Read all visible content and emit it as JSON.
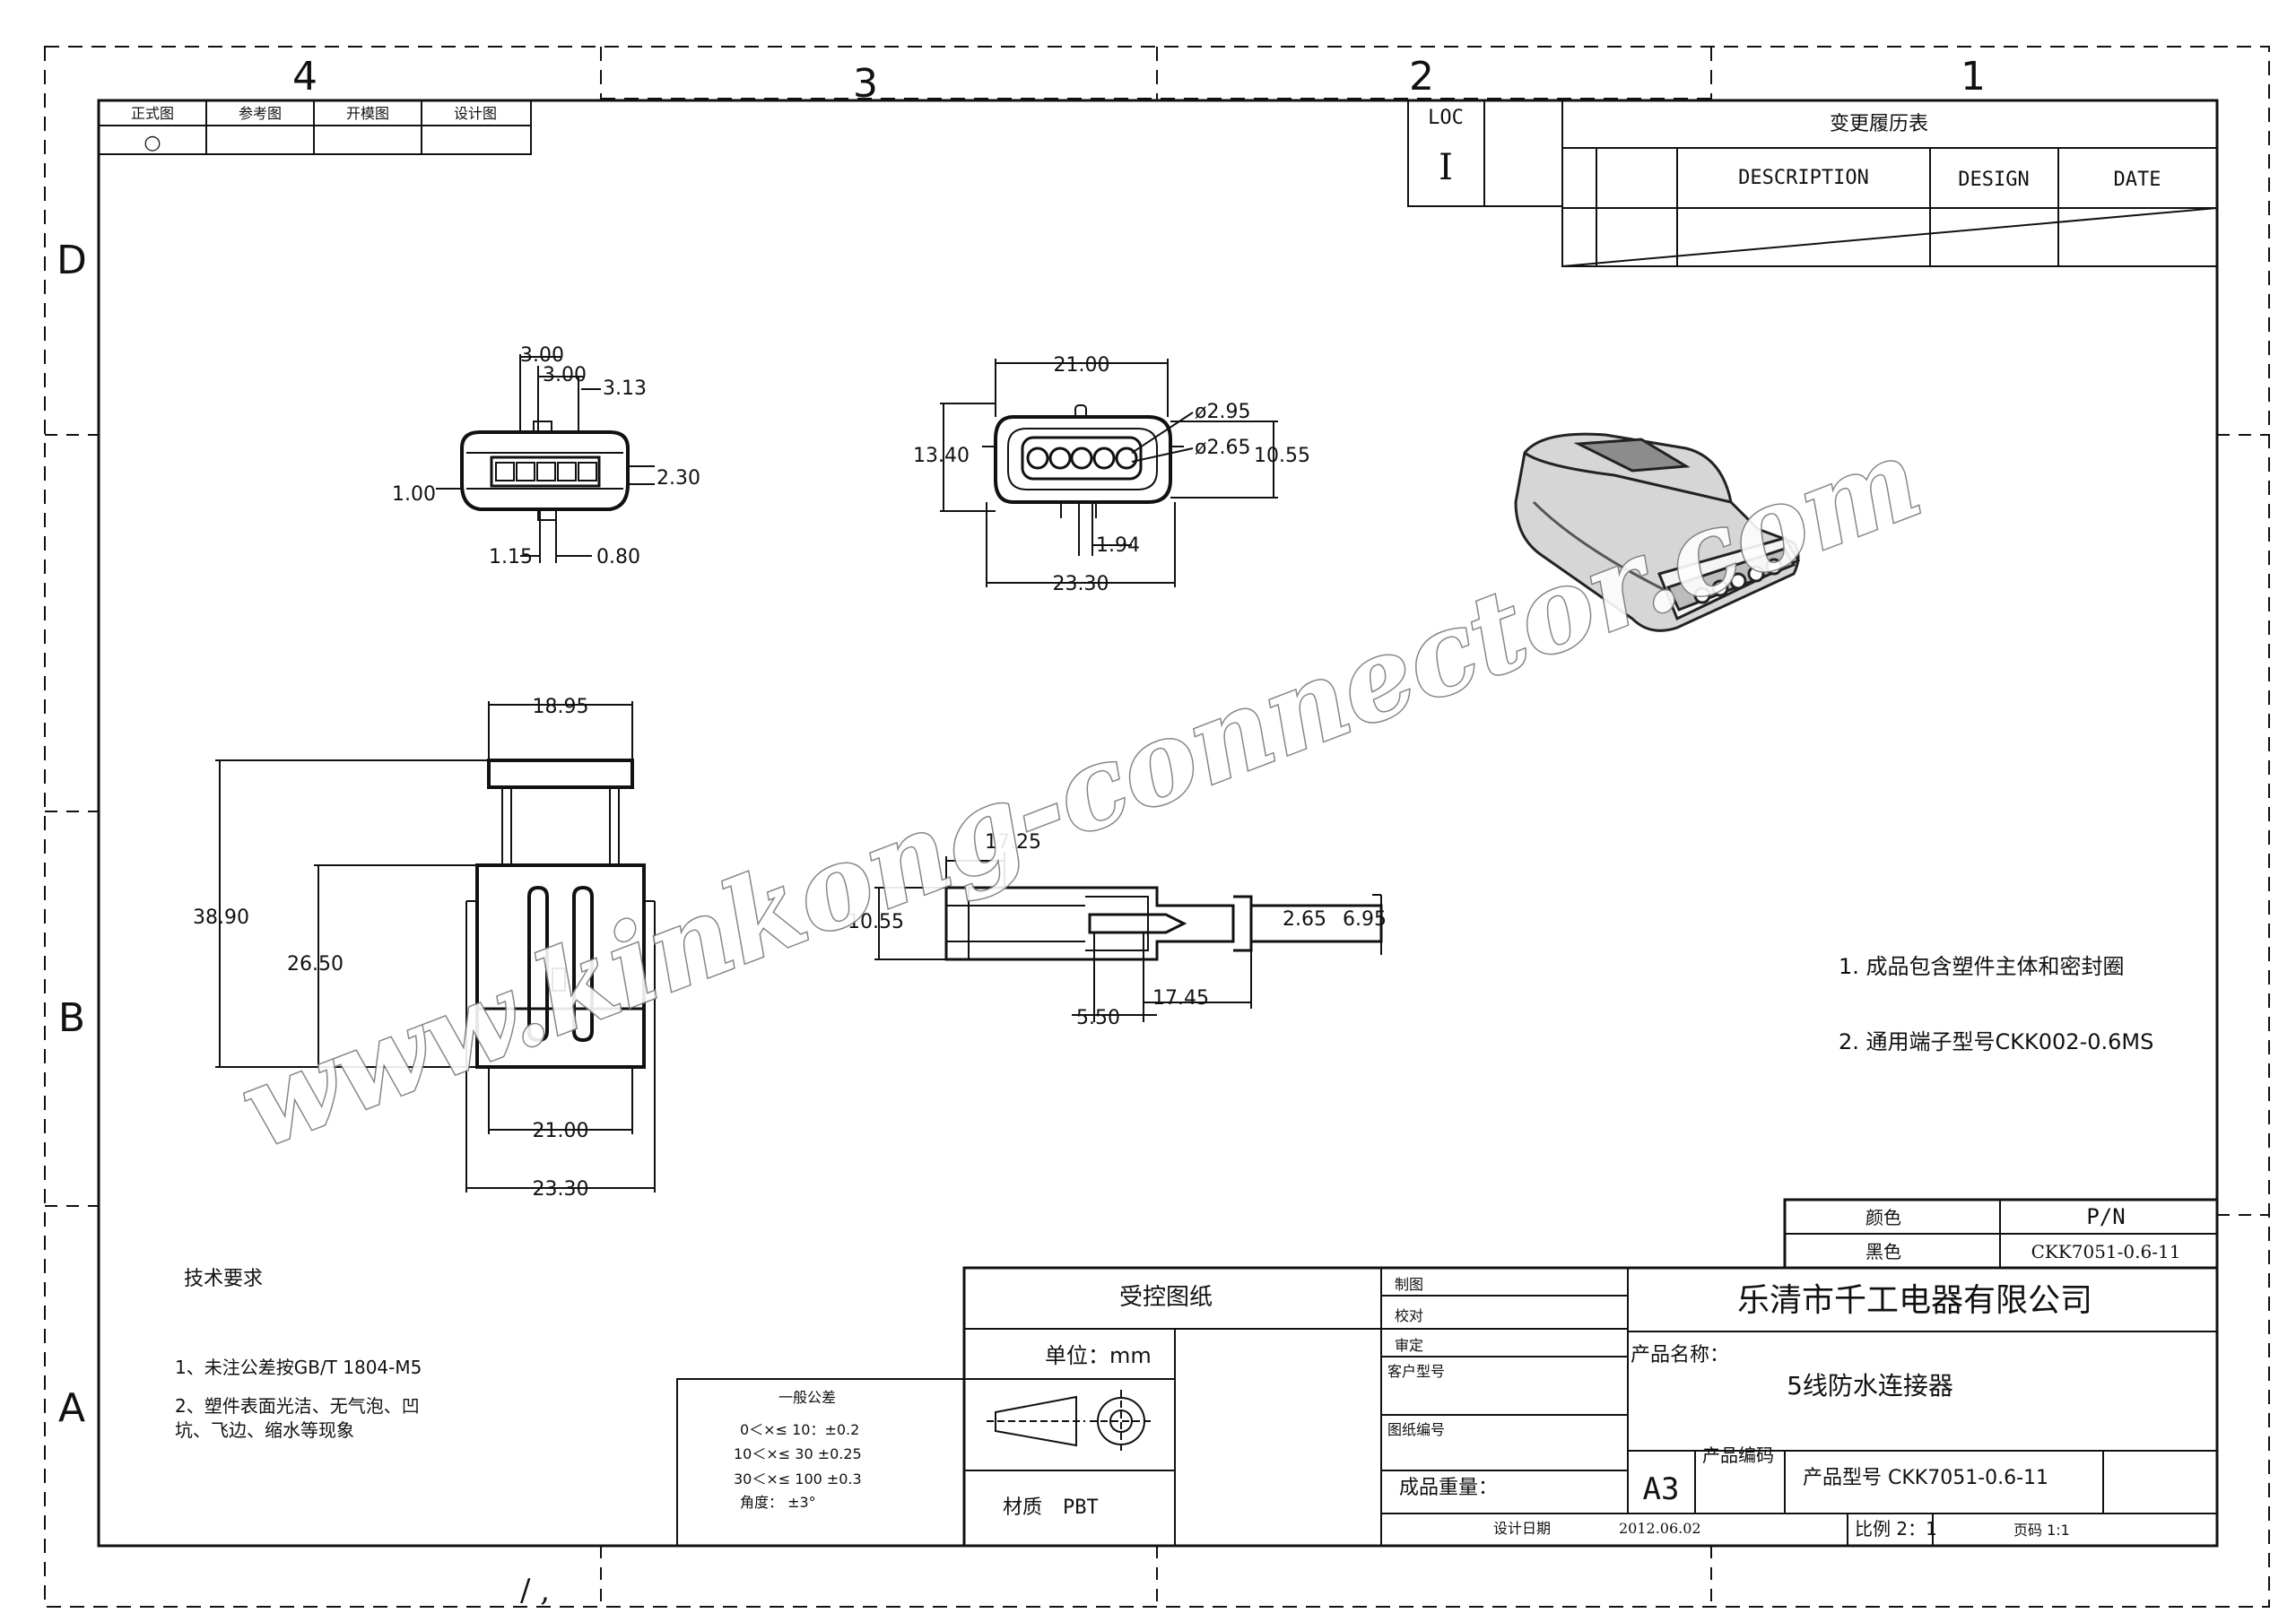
{
  "zones": {
    "top": [
      "4",
      "3",
      "2",
      "1"
    ],
    "left": [
      "D",
      "B",
      "A"
    ]
  },
  "top_left_table": [
    "正式图",
    "参考图",
    "开模图",
    "设计图"
  ],
  "top_left_mark": "○",
  "revision": {
    "loc_label": "LOC",
    "loc_value": "I",
    "title": "变更履历表",
    "headers": [
      "DESCRIPTION",
      "DESIGN",
      "DATE"
    ]
  },
  "dims": {
    "front_small": {
      "d1": "3.00",
      "d2": "3.00",
      "d3": "3.13",
      "d4": "1.00",
      "d5": "2.30",
      "d6": "1.15",
      "d7": "0.80"
    },
    "front_large": {
      "w_top": "21.00",
      "h_left": "13.40",
      "d_a": "ø2.95",
      "d_b": "ø2.65",
      "h_right": "10.55",
      "w_mid": "1.94",
      "w_bottom": "23.30"
    },
    "side": {
      "w_top": "18.95",
      "h_total": "38.90",
      "h_body": "26.50",
      "w_inner": "21.00",
      "w_outer": "23.30"
    },
    "section": {
      "w_top": "17.25",
      "h_left": "10.55",
      "d_small": "2.65",
      "d_big": "6.95",
      "w_a": "5.50",
      "w_b": "17.45"
    }
  },
  "notes": [
    "1. 成品包含塑件主体和密封圈",
    "2. 通用端子型号CKK002-0.6MS"
  ],
  "tech": {
    "title": "技术要求",
    "items": [
      "1、未注公差按GB/T  1804-M5",
      "2、塑件表面光洁、无气泡、凹",
      "坑、飞边、缩水等现象"
    ]
  },
  "tolerance": {
    "title": "一般公差",
    "rows": [
      "0＜×≤ 10：±0.2",
      "10＜×≤ 30 ±0.25",
      "30＜×≤ 100 ±0.3",
      "角度：        ±3°"
    ]
  },
  "pn_table": {
    "header_left": "颜色",
    "header_right": "P/N",
    "color": "黑色",
    "pn": "CKK7051-0.6-11"
  },
  "title_block": {
    "controlled": "受控图纸",
    "unit": "单位：mm",
    "material_label": "材质",
    "material": "PBT",
    "labels": [
      "制图",
      "校对",
      "审定",
      "客户型号",
      "图纸编号"
    ],
    "weight": "成品重量：",
    "design_date_label": "设计日期",
    "design_date": "2012.06.02",
    "company": "乐清市千工电器有限公司",
    "product_name_label": "产品名称：",
    "product_name": "5线防水连接器",
    "size": "A3",
    "product_code_label": "产品编码",
    "model": "产品型号 CKK7051-0.6-11",
    "scale": "比例  2：1",
    "page": "页码  1:1"
  },
  "watermark": "www.kinkong-connector.com",
  "bottom_marks": "/  ,"
}
